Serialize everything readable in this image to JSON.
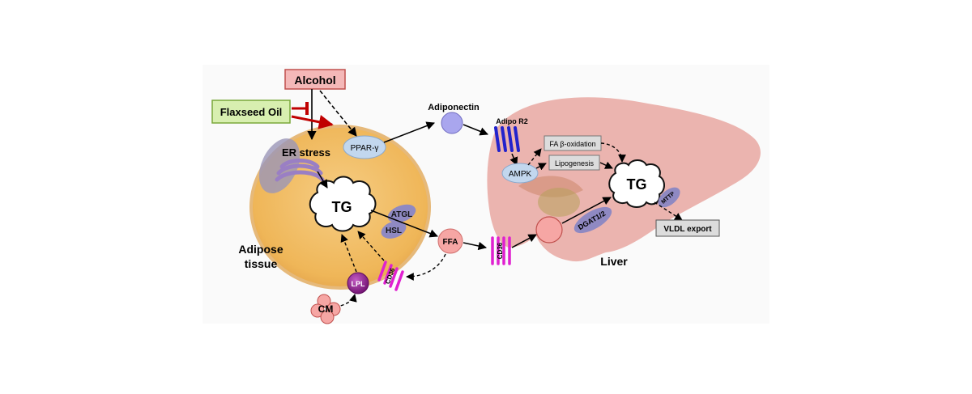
{
  "labels": {
    "alcohol": "Alcohol",
    "flaxseed": "Flaxseed Oil",
    "er_stress": "ER stress",
    "ppar": "PPAR-γ",
    "adiponectin": "Adiponectin",
    "adipo_r2": "Adipo R2",
    "ampk": "AMPK",
    "fa_oxidation": "FA β-oxidation",
    "lipogenesis": "Lipogenesis",
    "tg_adipose": "TG",
    "tg_liver": "TG",
    "atgl": "ATGL",
    "hsl": "HSL",
    "ffa": "FFA",
    "cd36_adipose": "CD36",
    "cd36_liver": "CD36",
    "lpl": "LPL",
    "cm": "CM",
    "dgat": "DGAT1/2",
    "mttp": "MTTP",
    "vldl": "VLDL export",
    "adipose_line1": "Adipose",
    "adipose_line2": "tissue",
    "liver": "Liver"
  },
  "colors": {
    "alcohol_fill": "#f4b8b8",
    "flaxseed_fill": "#d8efb0",
    "inhibit_red": "#c00000",
    "adipocyte": "#f0bd62",
    "liver": "#e7a29c",
    "ellipse_protein": "#8f89c2",
    "ppar_fill": "#c2d7ee",
    "receptor_blue": "#2222cc",
    "receptor_magenta": "#e020d0",
    "lpl_purple": "#8c1e8c",
    "adiponectin_fill": "#a9a6ee",
    "ffa_fill": "#f6a6a4",
    "box_gray": "#dcdcdc"
  }
}
